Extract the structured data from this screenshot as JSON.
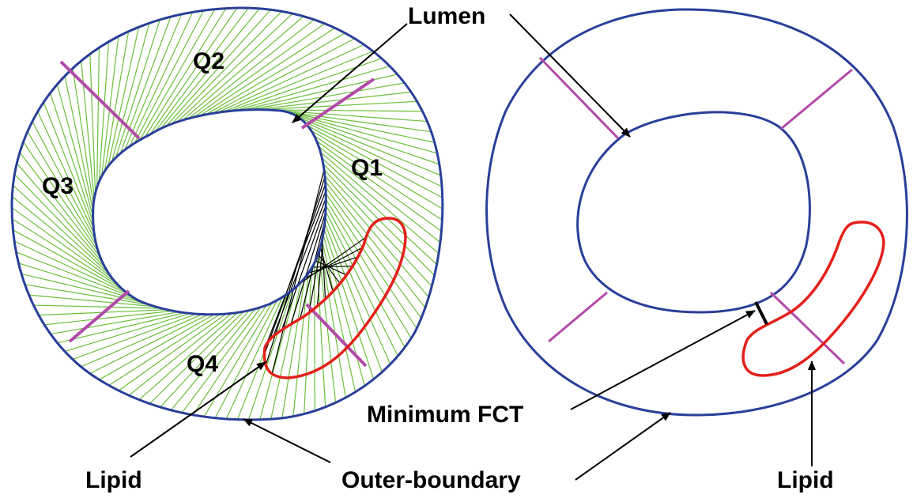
{
  "labels": {
    "lumen": "Lumen",
    "q1": "Q1",
    "q2": "Q2",
    "q3": "Q3",
    "q4": "Q4",
    "lipid_left": "Lipid",
    "outer_boundary": "Outer-boundary",
    "minimum_fct": "Minimum FCT",
    "lipid_right": "Lipid"
  },
  "colors": {
    "boundary": "#2a3f9a",
    "radial_lines": "#6bbf3a",
    "quadrant_dividers": "#b24aa8",
    "lipid": "#e3201b",
    "arrows": "#000000",
    "fct_lines": "#000000"
  }
}
